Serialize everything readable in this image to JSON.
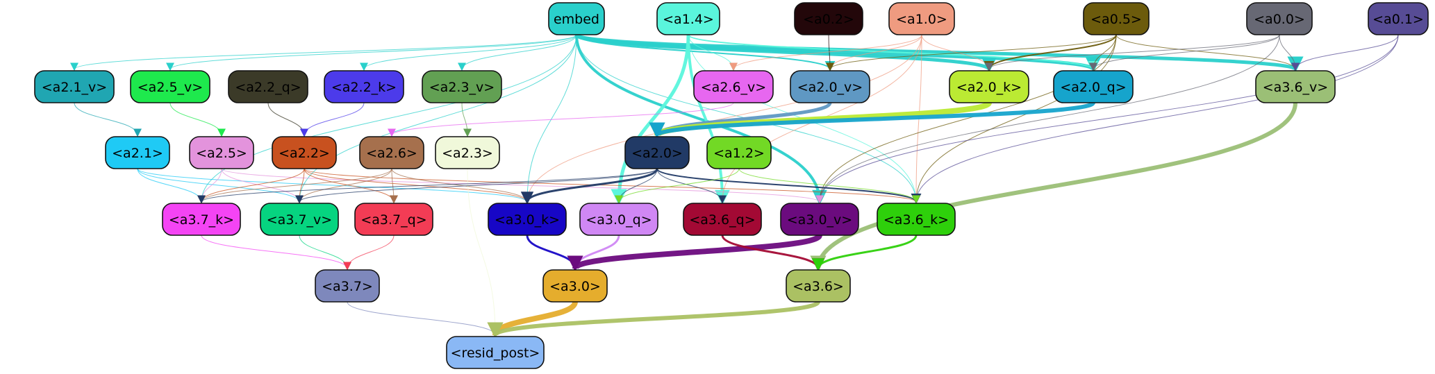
{
  "nodes": [
    {
      "id": "embed",
      "label": "embed",
      "fill": "#2ad0cb",
      "text": "#000000"
    },
    {
      "id": "a1_4",
      "label": "<a1.4>",
      "fill": "#5af5dc",
      "text": "#000000"
    },
    {
      "id": "a0_2",
      "label": "<a0.2>",
      "fill": "#23070a",
      "text": "#000000"
    },
    {
      "id": "a1_0",
      "label": "<a1.0>",
      "fill": "#ef9b80",
      "text": "#000000"
    },
    {
      "id": "a0_5",
      "label": "<a0.5>",
      "fill": "#6c5b0c",
      "text": "#000000"
    },
    {
      "id": "a0_0",
      "label": "<a0.0>",
      "fill": "#676874",
      "text": "#000000"
    },
    {
      "id": "a0_1",
      "label": "<a0.1>",
      "fill": "#574c95",
      "text": "#000000"
    },
    {
      "id": "a2_1_v",
      "label": "<a2.1_v>",
      "fill": "#20a6b2",
      "text": "#000000"
    },
    {
      "id": "a2_5_v",
      "label": "<a2.5_v>",
      "fill": "#1ee94d",
      "text": "#000000"
    },
    {
      "id": "a2_2_q",
      "label": "<a2.2_q>",
      "fill": "#3b3a28",
      "text": "#000000"
    },
    {
      "id": "a2_2_k",
      "label": "<a2.2_k>",
      "fill": "#4c3bea",
      "text": "#000000"
    },
    {
      "id": "a2_3_v",
      "label": "<a2.3_v>",
      "fill": "#62a053",
      "text": "#000000"
    },
    {
      "id": "a2_6_v",
      "label": "<a2.6_v>",
      "fill": "#e767f0",
      "text": "#000000"
    },
    {
      "id": "a2_0_v",
      "label": "<a2.0_v>",
      "fill": "#5f98c3",
      "text": "#000000"
    },
    {
      "id": "a2_0_k",
      "label": "<a2.0_k>",
      "fill": "#bbea33",
      "text": "#000000"
    },
    {
      "id": "a2_0_q",
      "label": "<a2.0_q>",
      "fill": "#16a4cc",
      "text": "#000000"
    },
    {
      "id": "a3_6_v",
      "label": "<a3.6_v>",
      "fill": "#9bbf76",
      "text": "#000000"
    },
    {
      "id": "a2_1",
      "label": "<a2.1>",
      "fill": "#1fcaf5",
      "text": "#000000"
    },
    {
      "id": "a2_5",
      "label": "<a2.5>",
      "fill": "#e393dc",
      "text": "#000000"
    },
    {
      "id": "a2_2",
      "label": "<a2.2>",
      "fill": "#c8511f",
      "text": "#000000"
    },
    {
      "id": "a2_6",
      "label": "<a2.6>",
      "fill": "#a6704d",
      "text": "#000000"
    },
    {
      "id": "a2_3",
      "label": "<a2.3>",
      "fill": "#f0f8da",
      "text": "#000000"
    },
    {
      "id": "a2_0",
      "label": "<a2.0>",
      "fill": "#213a66",
      "text": "#000000"
    },
    {
      "id": "a1_2",
      "label": "<a1.2>",
      "fill": "#72d925",
      "text": "#000000"
    },
    {
      "id": "a3_7_k",
      "label": "<a3.7_k>",
      "fill": "#f444f4",
      "text": "#000000"
    },
    {
      "id": "a3_7_v",
      "label": "<a3.7_v>",
      "fill": "#06d480",
      "text": "#000000"
    },
    {
      "id": "a3_7_q",
      "label": "<a3.7_q>",
      "fill": "#f33c55",
      "text": "#000000"
    },
    {
      "id": "a3_0_k",
      "label": "<a3.0_k>",
      "fill": "#1706c6",
      "text": "#000000"
    },
    {
      "id": "a3_0_q",
      "label": "<a3.0_q>",
      "fill": "#d087f4",
      "text": "#000000"
    },
    {
      "id": "a3_6_q",
      "label": "<a3.6_q>",
      "fill": "#a30934",
      "text": "#000000"
    },
    {
      "id": "a3_0_v",
      "label": "<a3.0_v>",
      "fill": "#6b0b7e",
      "text": "#000000"
    },
    {
      "id": "a3_6_k",
      "label": "<a3.6_k>",
      "fill": "#2ed00b",
      "text": "#000000"
    },
    {
      "id": "a3_7",
      "label": "<a3.7>",
      "fill": "#7e88bc",
      "text": "#000000"
    },
    {
      "id": "a3_0",
      "label": "<a3.0>",
      "fill": "#e5ad2d",
      "text": "#000000"
    },
    {
      "id": "a3_6",
      "label": "<a3.6>",
      "fill": "#abc163",
      "text": "#000000"
    },
    {
      "id": "resid_post",
      "label": "<resid_post>",
      "fill": "#8ab8f5",
      "text": "#000000"
    }
  ],
  "edges": [
    {
      "from": "embed",
      "to": "a2_0_k",
      "color": "#2ad0cb",
      "weight": 5
    },
    {
      "from": "embed",
      "to": "a2_0_q",
      "color": "#2ad0cb",
      "weight": 5
    },
    {
      "from": "embed",
      "to": "a3_6_v",
      "color": "#2ad0cb",
      "weight": 5
    },
    {
      "from": "embed",
      "to": "a3_0_v",
      "color": "#2ad0cb",
      "weight": 4
    },
    {
      "from": "embed",
      "to": "a2_0_v",
      "color": "#2ad0cb",
      "weight": 2
    },
    {
      "from": "embed",
      "to": "a2_1_v",
      "color": "#2ad0cb",
      "weight": 1
    },
    {
      "from": "embed",
      "to": "a2_5_v",
      "color": "#2ad0cb",
      "weight": 1
    },
    {
      "from": "embed",
      "to": "a2_2_k",
      "color": "#2ad0cb",
      "weight": 1
    },
    {
      "from": "embed",
      "to": "a2_3_v",
      "color": "#2ad0cb",
      "weight": 1
    },
    {
      "from": "embed",
      "to": "a3_7_k",
      "color": "#2ad0cb",
      "weight": 1
    },
    {
      "from": "embed",
      "to": "a3_7_v",
      "color": "#2ad0cb",
      "weight": 1
    },
    {
      "from": "embed",
      "to": "a3_0_k",
      "color": "#2ad0cb",
      "weight": 1
    },
    {
      "from": "embed",
      "to": "a3_6_k",
      "color": "#2ad0cb",
      "weight": 1
    },
    {
      "from": "a1_4",
      "to": "a3_0_q",
      "color": "#5af5dc",
      "weight": 5
    },
    {
      "from": "a1_4",
      "to": "a3_6_q",
      "color": "#5af5dc",
      "weight": 4
    },
    {
      "from": "a1_4",
      "to": "a2_0_q",
      "color": "#5af5dc",
      "weight": 2
    },
    {
      "from": "a1_4",
      "to": "a2_6_v",
      "color": "#5af5dc",
      "weight": 1
    },
    {
      "from": "a1_4",
      "to": "a3_6_k",
      "color": "#5af5dc",
      "weight": 1
    },
    {
      "from": "a0_2",
      "to": "a2_0_v",
      "color": "#23070a",
      "weight": 1
    },
    {
      "from": "a1_0",
      "to": "a2_0_v",
      "color": "#ef9b80",
      "weight": 1
    },
    {
      "from": "a1_0",
      "to": "a2_0_k",
      "color": "#ef9b80",
      "weight": 1
    },
    {
      "from": "a1_0",
      "to": "a2_6_v",
      "color": "#ef9b80",
      "weight": 1
    },
    {
      "from": "a1_0",
      "to": "a3_0_k",
      "color": "#ef9b80",
      "weight": 1
    },
    {
      "from": "a1_0",
      "to": "a3_6_q",
      "color": "#ef9b80",
      "weight": 1
    },
    {
      "from": "a1_0",
      "to": "a3_6_k",
      "color": "#ef9b80",
      "weight": 1
    },
    {
      "from": "a0_5",
      "to": "a2_0_k",
      "color": "#6c5b0c",
      "weight": 2
    },
    {
      "from": "a0_5",
      "to": "a2_0_q",
      "color": "#6c5b0c",
      "weight": 1
    },
    {
      "from": "a0_5",
      "to": "a2_0_v",
      "color": "#6c5b0c",
      "weight": 1
    },
    {
      "from": "a0_5",
      "to": "a3_6_v",
      "color": "#6c5b0c",
      "weight": 1
    },
    {
      "from": "a0_5",
      "to": "a3_0_v",
      "color": "#6c5b0c",
      "weight": 1
    },
    {
      "from": "a0_5",
      "to": "a3_6_k",
      "color": "#6c5b0c",
      "weight": 1
    },
    {
      "from": "a0_0",
      "to": "a3_6_v",
      "color": "#676874",
      "weight": 1
    },
    {
      "from": "a0_0",
      "to": "a2_0_q",
      "color": "#676874",
      "weight": 1
    },
    {
      "from": "a0_0",
      "to": "a2_0_k",
      "color": "#676874",
      "weight": 1
    },
    {
      "from": "a0_0",
      "to": "a3_0_v",
      "color": "#676874",
      "weight": 1
    },
    {
      "from": "a0_1",
      "to": "a3_6_v",
      "color": "#574c95",
      "weight": 1
    },
    {
      "from": "a0_1",
      "to": "a3_6_k",
      "color": "#574c95",
      "weight": 1
    },
    {
      "from": "a0_1",
      "to": "a3_0_v",
      "color": "#574c95",
      "weight": 1
    },
    {
      "from": "a2_1_v",
      "to": "a2_1",
      "color": "#20a6b2",
      "weight": 1
    },
    {
      "from": "a2_5_v",
      "to": "a2_5",
      "color": "#1ee94d",
      "weight": 1
    },
    {
      "from": "a2_2_q",
      "to": "a2_2",
      "color": "#3b3a28",
      "weight": 1
    },
    {
      "from": "a2_2_k",
      "to": "a2_2",
      "color": "#4c3bea",
      "weight": 1
    },
    {
      "from": "a2_3_v",
      "to": "a2_3",
      "color": "#62a053",
      "weight": 1
    },
    {
      "from": "a2_6_v",
      "to": "a2_6",
      "color": "#e767f0",
      "weight": 1
    },
    {
      "from": "a2_0_v",
      "to": "a2_0",
      "color": "#5f98c3",
      "weight": 5
    },
    {
      "from": "a2_0_k",
      "to": "a2_0",
      "color": "#bbea33",
      "weight": 8
    },
    {
      "from": "a2_0_q",
      "to": "a2_0",
      "color": "#16a4cc",
      "weight": 6
    },
    {
      "from": "a3_6_v",
      "to": "a3_6",
      "color": "#9bbf76",
      "weight": 6
    },
    {
      "from": "a2_1",
      "to": "a3_7_k",
      "color": "#1fcaf5",
      "weight": 1
    },
    {
      "from": "a2_1",
      "to": "a3_7_v",
      "color": "#1fcaf5",
      "weight": 1
    },
    {
      "from": "a2_1",
      "to": "a3_0_k",
      "color": "#1fcaf5",
      "weight": 1
    },
    {
      "from": "a2_5",
      "to": "a3_7_k",
      "color": "#e393dc",
      "weight": 1
    },
    {
      "from": "a2_5",
      "to": "a3_7_v",
      "color": "#e393dc",
      "weight": 1
    },
    {
      "from": "a2_5",
      "to": "a3_0_v",
      "color": "#e393dc",
      "weight": 1
    },
    {
      "from": "a2_2",
      "to": "a3_7_k",
      "color": "#c8511f",
      "weight": 1
    },
    {
      "from": "a2_2",
      "to": "a3_7_v",
      "color": "#c8511f",
      "weight": 1
    },
    {
      "from": "a2_2",
      "to": "a3_7_q",
      "color": "#c8511f",
      "weight": 1
    },
    {
      "from": "a2_2",
      "to": "a3_0_k",
      "color": "#c8511f",
      "weight": 1
    },
    {
      "from": "a2_2",
      "to": "a3_6_k",
      "color": "#c8511f",
      "weight": 1
    },
    {
      "from": "a2_6",
      "to": "a3_7_k",
      "color": "#a6704d",
      "weight": 1
    },
    {
      "from": "a2_6",
      "to": "a3_7_v",
      "color": "#a6704d",
      "weight": 1
    },
    {
      "from": "a2_6",
      "to": "a3_7_q",
      "color": "#a6704d",
      "weight": 1
    },
    {
      "from": "a2_6",
      "to": "a3_0_k",
      "color": "#a6704d",
      "weight": 1
    },
    {
      "from": "a2_3",
      "to": "resid_post",
      "color": "#f0f8da",
      "weight": 1
    },
    {
      "from": "a2_0",
      "to": "a3_0_k",
      "color": "#213a66",
      "weight": 3
    },
    {
      "from": "a2_0",
      "to": "a3_0_q",
      "color": "#213a66",
      "weight": 1
    },
    {
      "from": "a2_0",
      "to": "a3_6_q",
      "color": "#213a66",
      "weight": 1
    },
    {
      "from": "a2_0",
      "to": "a3_6_k",
      "color": "#213a66",
      "weight": 2
    },
    {
      "from": "a2_0",
      "to": "a3_7_v",
      "color": "#213a66",
      "weight": 1
    },
    {
      "from": "a2_0",
      "to": "a3_7_k",
      "color": "#213a66",
      "weight": 1
    },
    {
      "from": "a1_2",
      "to": "a3_6_k",
      "color": "#72d925",
      "weight": 1
    },
    {
      "from": "a1_2",
      "to": "a3_0_q",
      "color": "#72d925",
      "weight": 1
    },
    {
      "from": "a3_7_k",
      "to": "a3_7",
      "color": "#f444f4",
      "weight": 1
    },
    {
      "from": "a3_7_v",
      "to": "a3_7",
      "color": "#06d480",
      "weight": 1
    },
    {
      "from": "a3_7_q",
      "to": "a3_7",
      "color": "#f33c55",
      "weight": 1
    },
    {
      "from": "a3_0_k",
      "to": "a3_0",
      "color": "#1706c6",
      "weight": 3
    },
    {
      "from": "a3_0_q",
      "to": "a3_0",
      "color": "#d087f4",
      "weight": 3
    },
    {
      "from": "a3_0_v",
      "to": "a3_0",
      "color": "#6b0b7e",
      "weight": 8
    },
    {
      "from": "a3_6_q",
      "to": "a3_6",
      "color": "#a30934",
      "weight": 3
    },
    {
      "from": "a3_6_k",
      "to": "a3_6",
      "color": "#2ed00b",
      "weight": 3
    },
    {
      "from": "a3_7",
      "to": "resid_post",
      "color": "#7e88bc",
      "weight": 1
    },
    {
      "from": "a3_0",
      "to": "resid_post",
      "color": "#e5ad2d",
      "weight": 8
    },
    {
      "from": "a3_6",
      "to": "resid_post",
      "color": "#abc163",
      "weight": 6
    }
  ]
}
